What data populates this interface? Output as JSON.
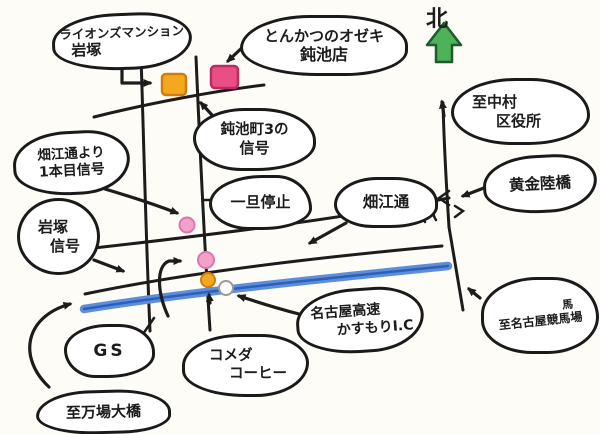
{
  "compass": {
    "label": "北"
  },
  "colors": {
    "ink": "#1c1c1c",
    "paper": "#fdfcf7",
    "orange": "#f4a820",
    "orange_edge": "#cf7d10",
    "pink": "#e94f85",
    "pink_edge": "#bb2a62",
    "pink_light": "#f2a2c9",
    "pink_light_edge": "#dd76ae",
    "white_dot": "#ffffff",
    "white_dot_edge": "#9a9a9a",
    "blue": "#5d8ed9",
    "blue_dark": "#2f5fb8",
    "green": "#4eb259",
    "green_edge": "#1d5c2a"
  },
  "bubbles": [
    {
      "id": "lions-mansion-iwatsuka",
      "lines": [
        "ライオンズマンション",
        "岩塚"
      ]
    },
    {
      "id": "tonkatsu-ozeki-donike",
      "lines": [
        "とんかつのオゼキ",
        "鈍池店"
      ]
    },
    {
      "id": "donike-3-signal",
      "lines": [
        "鈍池町3の",
        "信号"
      ]
    },
    {
      "id": "hatae-first-signal",
      "lines": [
        "畑江通より",
        "1本目信号"
      ]
    },
    {
      "id": "iwatsuka-signal",
      "lines": [
        "岩塚",
        "信号"
      ]
    },
    {
      "id": "stop-sign",
      "lines": [
        "一旦停止"
      ]
    },
    {
      "id": "hatae-dori",
      "lines": [
        "畑江通"
      ]
    },
    {
      "id": "to-nakamura-ward-office",
      "lines": [
        "至中村",
        "区役所"
      ]
    },
    {
      "id": "kogane-overpass",
      "lines": [
        "黄金陸橋"
      ]
    },
    {
      "id": "nagoya-expressway-kasumori-ic",
      "lines": [
        "名古屋高速",
        "かすもりI.C"
      ]
    },
    {
      "id": "to-nagoya-racecourse",
      "lines": [
        "馬",
        "至名古屋競馬場"
      ]
    },
    {
      "id": "gas-station",
      "lines": [
        "GS"
      ]
    },
    {
      "id": "komeda-coffee",
      "lines": [
        "コメダ",
        "コーヒー"
      ]
    },
    {
      "id": "to-manba-ohashi",
      "lines": [
        "至万場大橋"
      ]
    }
  ]
}
